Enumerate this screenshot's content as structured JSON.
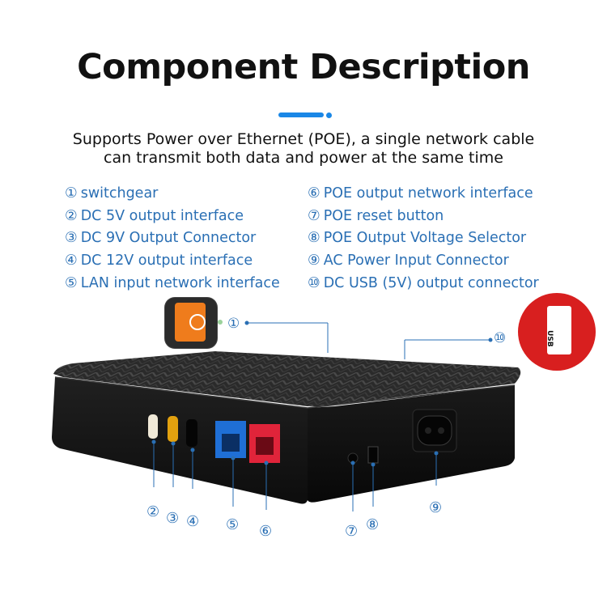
{
  "header": {
    "title": "Component Description",
    "subtitle_line1": "Supports Power over Ethernet (POE), a single network cable",
    "subtitle_line2": "can transmit both data and power at the same time"
  },
  "components_left": [
    {
      "num": "①",
      "label": "switchgear"
    },
    {
      "num": "②",
      "label": "DC 5V output interface"
    },
    {
      "num": "③",
      "label": "DC 9V Output Connector"
    },
    {
      "num": "④",
      "label": "DC 12V output interface"
    },
    {
      "num": "⑤",
      "label": "LAN input network interface"
    }
  ],
  "components_right": [
    {
      "num": "⑥",
      "label": "POE output network interface"
    },
    {
      "num": "⑦",
      "label": "POE reset button"
    },
    {
      "num": "⑧",
      "label": "POE Output Voltage Selector"
    },
    {
      "num": "⑨",
      "label": "AC Power Input Connector"
    },
    {
      "num": "⑩",
      "label": "DC USB (5V) output connector"
    }
  ],
  "callouts": {
    "c1": "①",
    "c2": "②",
    "c3": "③",
    "c4": "④",
    "c5": "⑤",
    "c6": "⑥",
    "c7": "⑦",
    "c8": "⑧",
    "c9": "⑨",
    "c10": "⑩"
  },
  "usb_label": "USB",
  "colors": {
    "accent": "#1a87e6",
    "label_blue": "#2a6fb4",
    "device_body": "#1c1c1c",
    "lan_port": "#1f6fd6",
    "poe_port": "#e0243a",
    "switch_orange": "#ef7c1c"
  }
}
